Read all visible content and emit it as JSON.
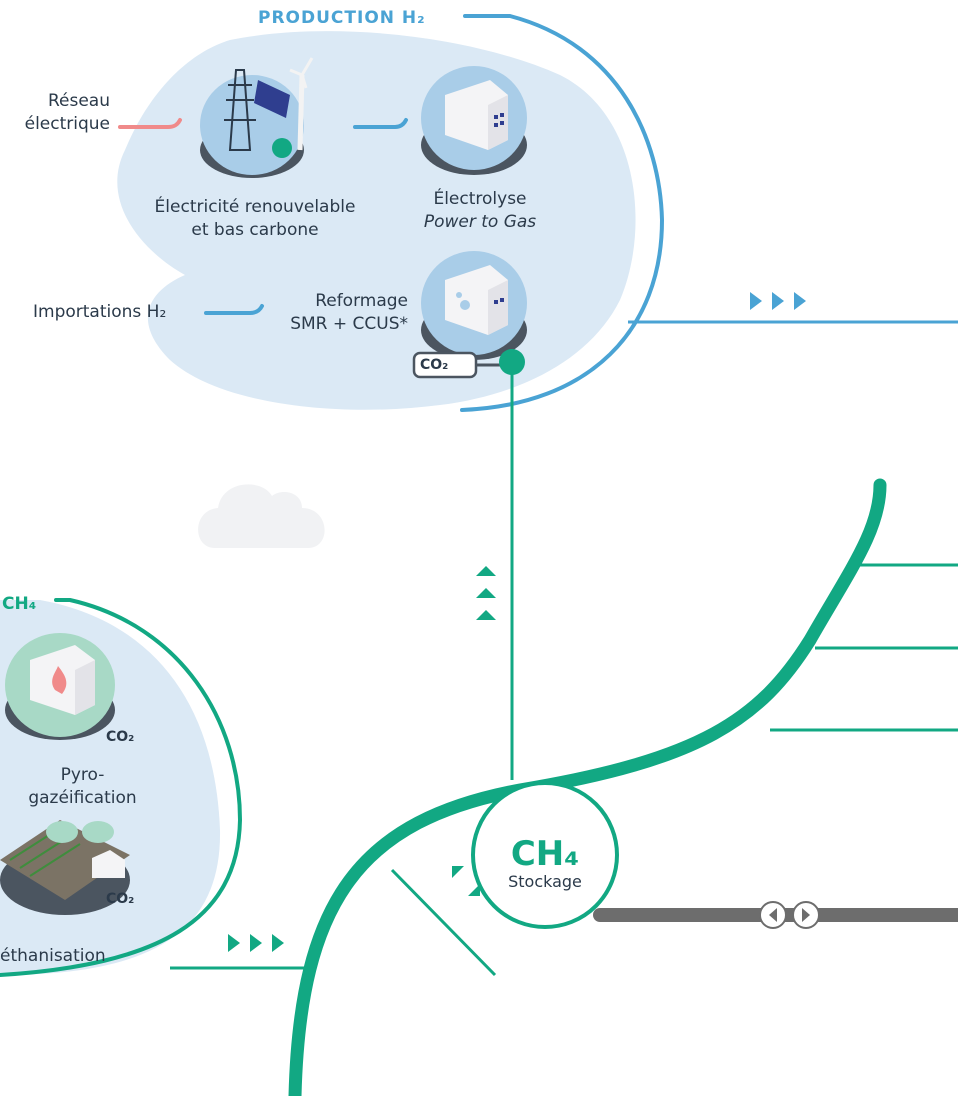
{
  "production_h2": {
    "title": "PRODUCTION H₂",
    "reseau_line1": "Réseau",
    "reseau_line2": "électrique",
    "elec_line1": "Électricité renouvelable",
    "elec_line2": "et bas carbone",
    "electrolyse_line1": "Électrolyse",
    "electrolyse_line2": "Power to Gas",
    "importations": "Importations H₂",
    "reformage_line1": "Reformage",
    "reformage_line2": "SMR + CCUS*"
  },
  "production_ch4": {
    "title": "CH₄",
    "pyro_line1": "Pyro-",
    "pyro_line2": "gazéification",
    "methanisation": "éthanisation"
  },
  "co2_badge": "CO₂",
  "storage": {
    "title": "CH₄",
    "subtitle": "Stockage"
  },
  "colors": {
    "h2_blue": "#4aa3d4",
    "ch4_green": "#12a883",
    "zone_fill": "#dbe9f5",
    "grid_pink": "#f08a8a",
    "slider_gray": "#6d6d6d"
  }
}
